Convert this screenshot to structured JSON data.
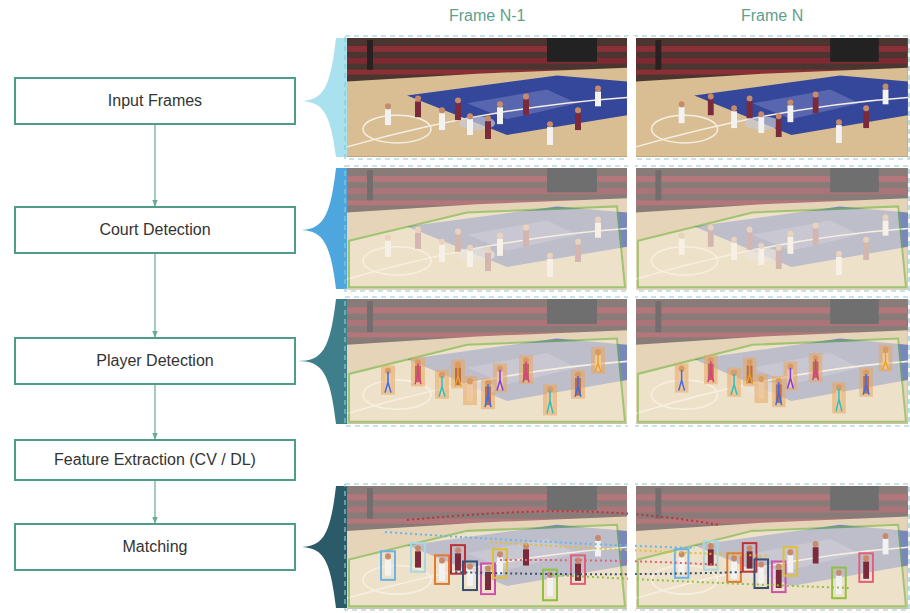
{
  "diagram": {
    "nodes": [
      {
        "text": [
          "Input Frames"
        ]
      },
      {
        "text": [
          "Court Detection"
        ]
      },
      {
        "text": [
          "Player Detection"
        ]
      },
      {
        "text": [
          "Feature Extraction (CV / DL)"
        ]
      },
      {
        "text": [
          "Matching"
        ]
      }
    ],
    "edges": [
      {
        "from": 0,
        "to": 1,
        "arrow": "to"
      },
      {
        "from": 1,
        "to": 2,
        "arrow": "to"
      },
      {
        "from": 2,
        "to": 3,
        "arrow": "to"
      },
      {
        "from": 3,
        "to": 4,
        "arrow": "to"
      }
    ],
    "labels": [
      "Frame N-1",
      "Frame N"
    ]
  }
}
